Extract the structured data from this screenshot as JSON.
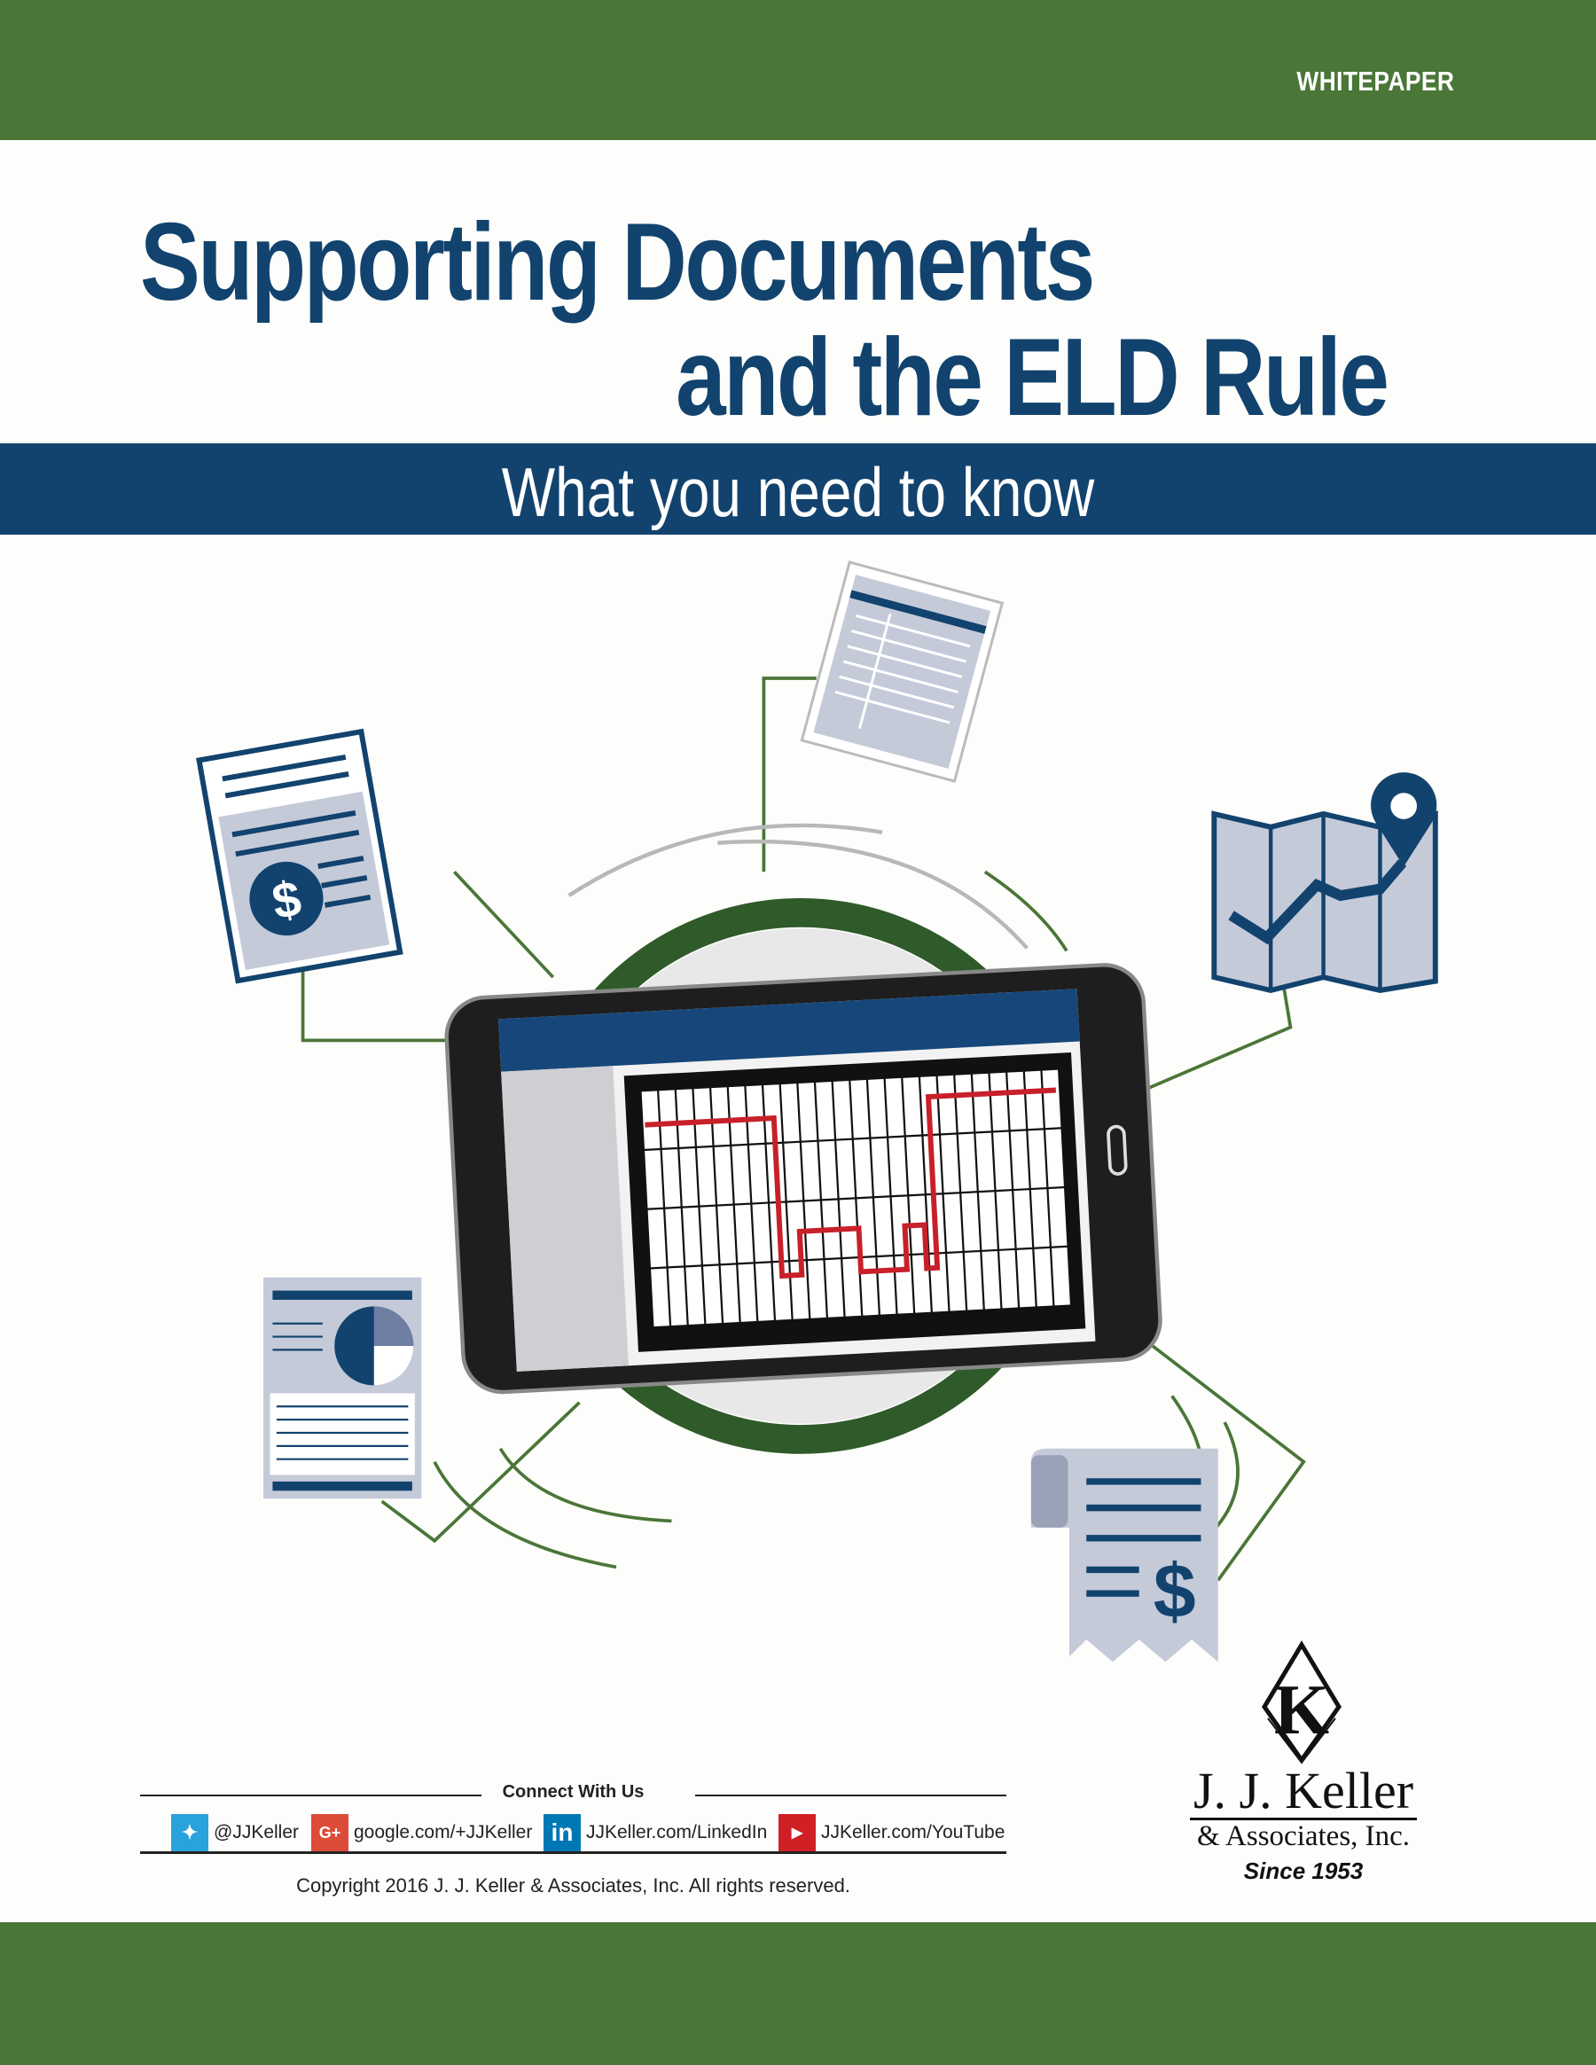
{
  "header": {
    "tag": "WHITEPAPER"
  },
  "title": {
    "line1": "Supporting Documents",
    "line2": "and the ELD Rule"
  },
  "subtitle": "What you need to know",
  "colors": {
    "green": "#4a7637",
    "navy": "#12436e",
    "light": "#c5cad9",
    "red": "#c8202a"
  },
  "connect": {
    "title": "Connect With Us",
    "items": [
      {
        "icon": "twitter-icon",
        "label": "@JJKeller",
        "color": "#2aa3dc"
      },
      {
        "icon": "google-plus-icon",
        "label": "google.com/+JJKeller",
        "color": "#dd4b39"
      },
      {
        "icon": "linkedin-icon",
        "label": "JJKeller.com/LinkedIn",
        "color": "#0077b5"
      },
      {
        "icon": "youtube-icon",
        "label": "JJKeller.com/YouTube",
        "color": "#d02025"
      }
    ]
  },
  "copyright": "Copyright 2016  J. J. Keller & Associates, Inc. All rights reserved.",
  "logo": {
    "name": "J. J. Keller",
    "associates": "& Associates, Inc.",
    "since": "Since 1953",
    "mark": "K"
  }
}
